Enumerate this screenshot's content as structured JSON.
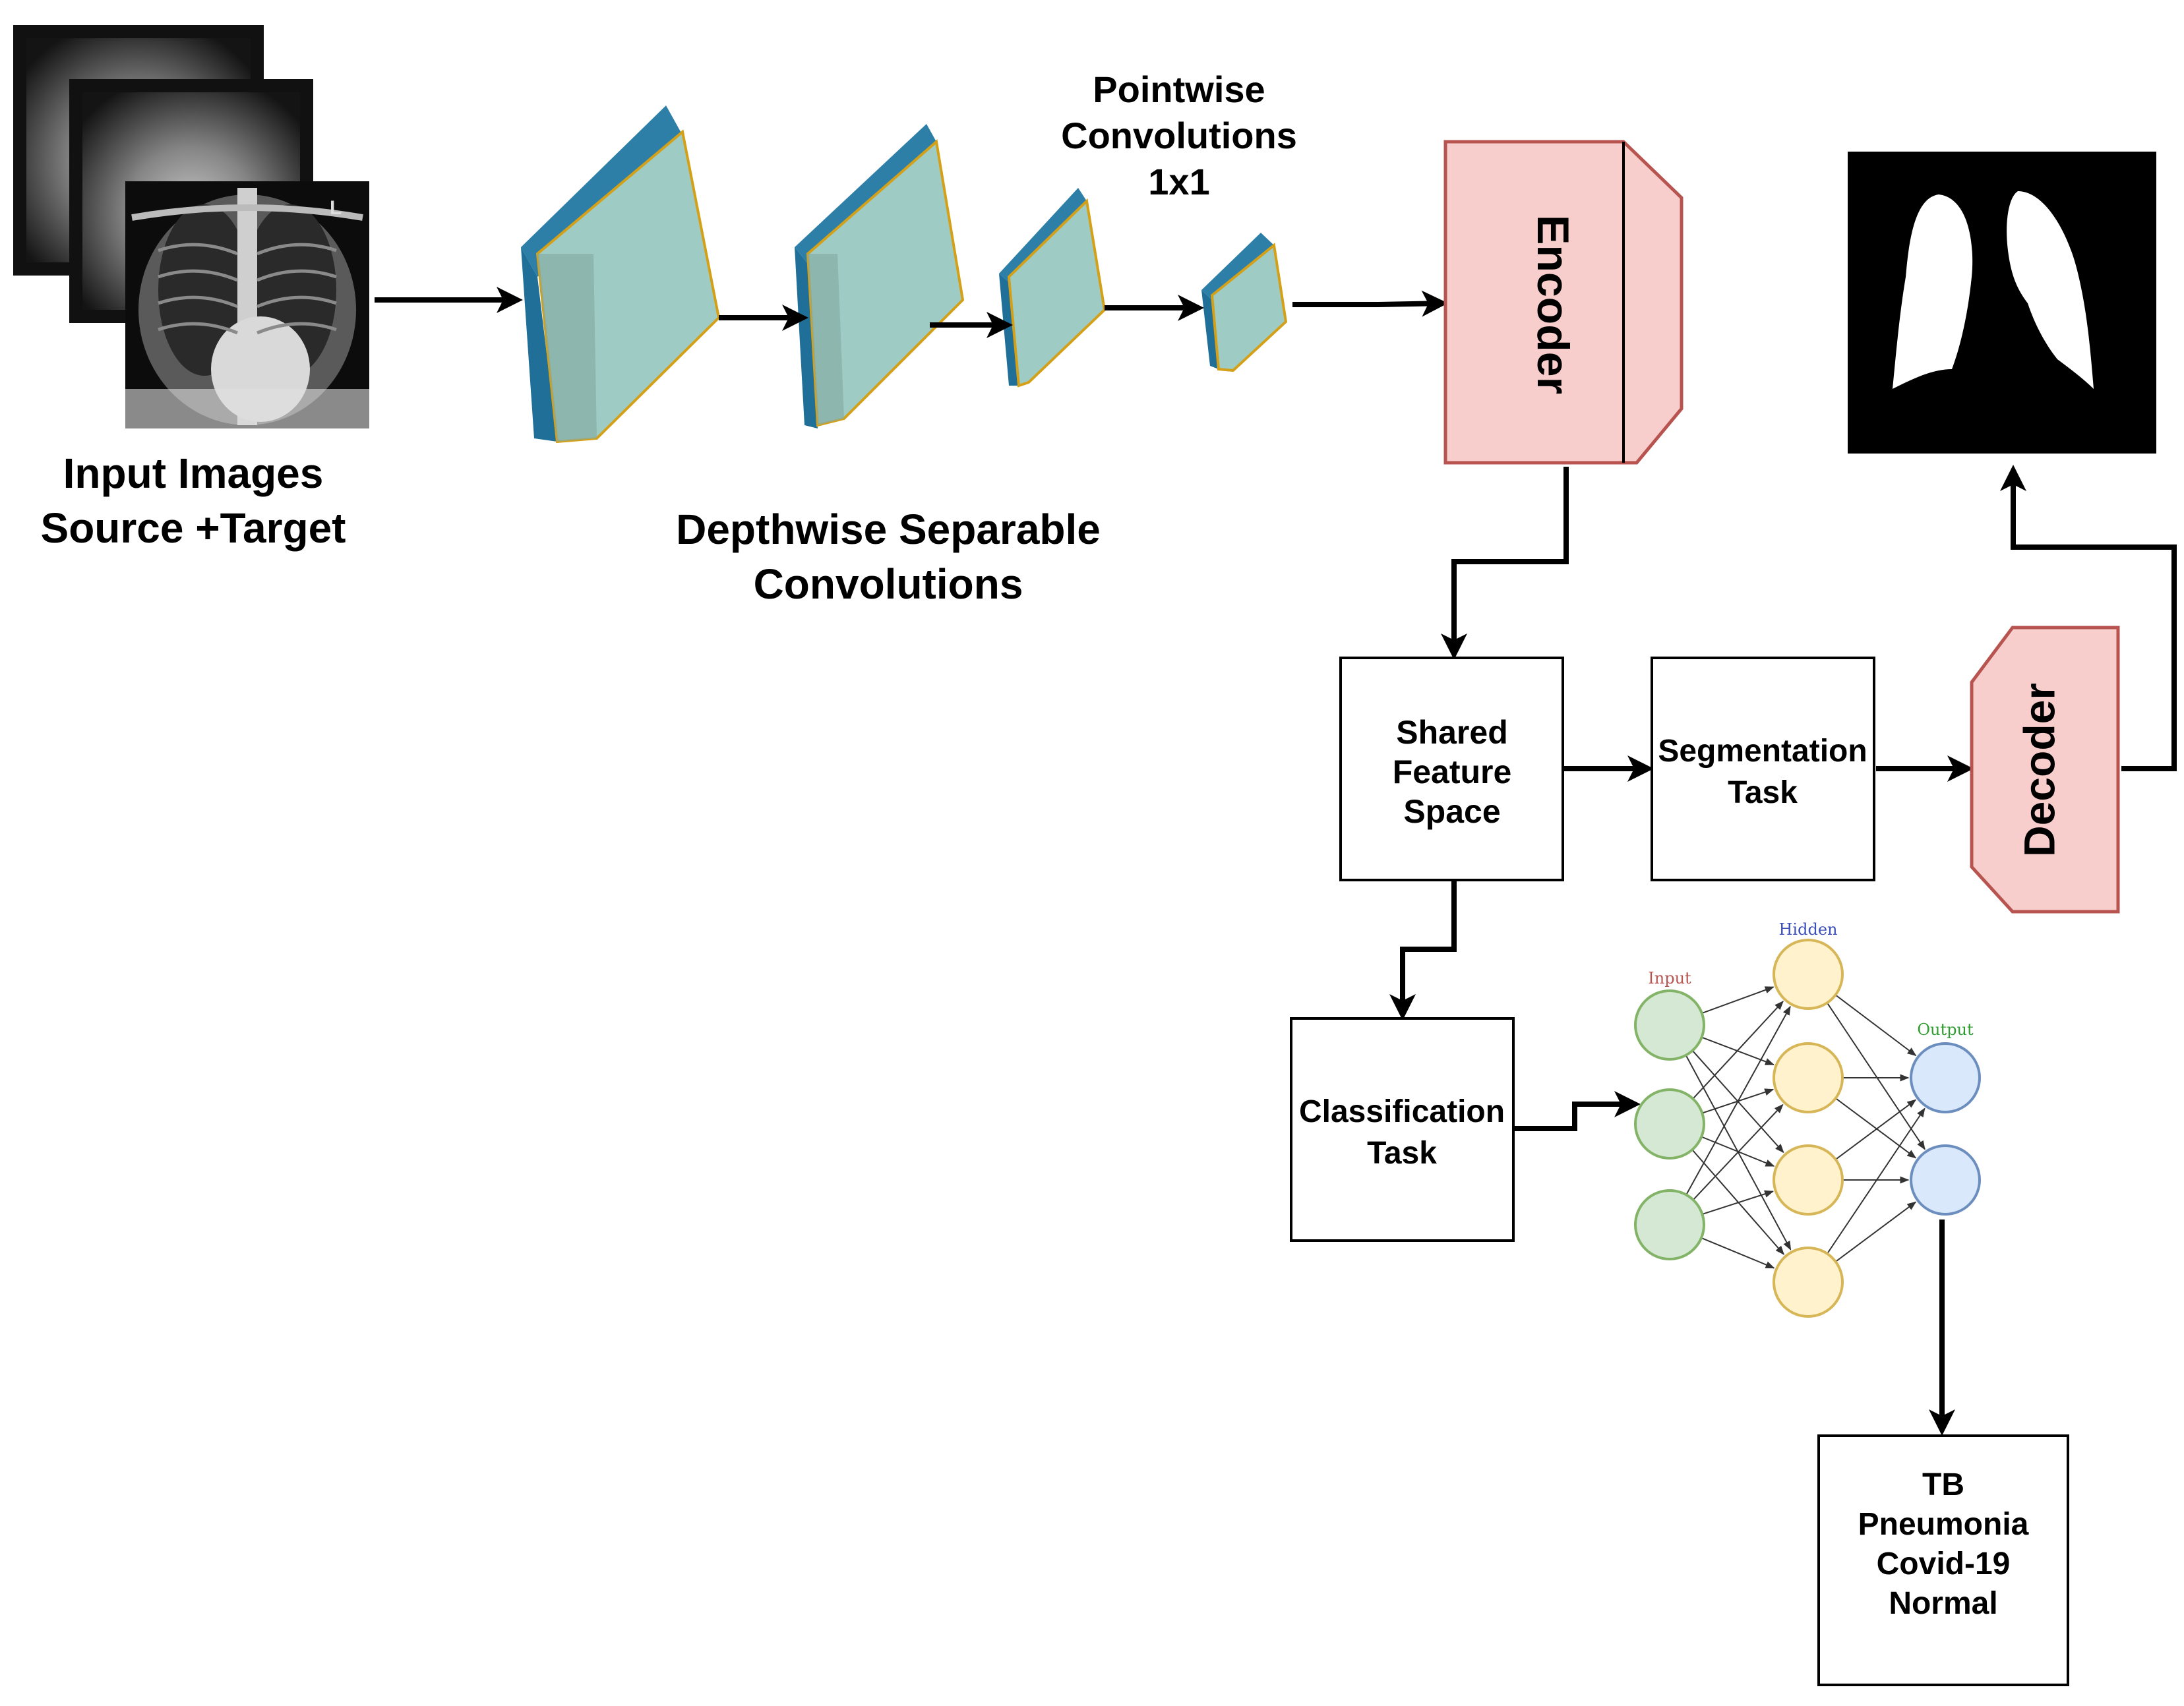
{
  "input": {
    "label_line1": "Input Images",
    "label_line2": "Source +Target",
    "xray_marker": "L"
  },
  "depthwise": {
    "label_line1": "Depthwise Separable",
    "label_line2": "Convolutions"
  },
  "pointwise": {
    "label_line1": "Pointwise",
    "label_line2": "Convolutions",
    "label_line3": "1x1"
  },
  "encoder": {
    "label": "Encoder"
  },
  "decoder": {
    "label": "Decoder"
  },
  "shared": {
    "line1": "Shared",
    "line2": "Feature",
    "line3": "Space"
  },
  "segmentation": {
    "line1": "Segmentation",
    "line2": "Task"
  },
  "classification": {
    "line1": "Classification",
    "line2": "Task"
  },
  "network": {
    "input_label": "Input",
    "hidden_label": "Hidden",
    "output_label": "Output"
  },
  "output_classes": [
    "TB",
    "Pneumonia",
    "Covid-19",
    "Normal"
  ],
  "colors": {
    "block_front": "#9ecbc4",
    "block_back": "#2e7fa8",
    "block_edge": "#d4a017",
    "encoder_fill": "#f8cecc",
    "encoder_stroke": "#b85450",
    "input_node": "#d5e8d4",
    "hidden_node": "#fff2cc",
    "output_node": "#dae8fc"
  }
}
